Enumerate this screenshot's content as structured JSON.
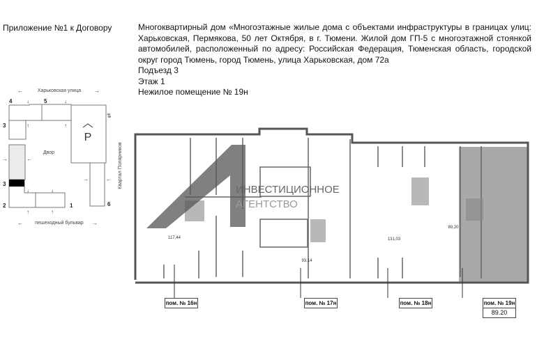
{
  "appendix": "Приложение №1 к Договору",
  "description": {
    "project": "Многоквартирный дом «Многоэтажные жилые дома с объектами инфраструктуры в границах улиц: Харьковская, Пермякова, 50 лет Октября, в г. Тюмени. Жилой дом ГП-5 с многоэтажной стоянкой автомобилей, расположенный по адресу: Российская Федерация, Тюменская область, городской округ город Тюмень, город Тюмень, улица Харьковская, дом 72а",
    "entrance": "Подъезд 3",
    "floor": "Этаж 1",
    "premises": "Нежилое помещение № 19н"
  },
  "site_plan": {
    "street_top": "Харьковская улица",
    "street_bottom": "пешеходный бульвар",
    "street_right": "Квартал Полярников",
    "yard": "Двор",
    "parking": "P",
    "numbers": [
      "4",
      "5",
      "3",
      "3",
      "2",
      "1",
      "6"
    ]
  },
  "floor_plan": {
    "watermark_line1": "ИНВЕСТИЦИОННОЕ",
    "watermark_line2": "АГЕНТСТВО",
    "areas": [
      "117,44",
      "93,14",
      "131,03",
      "89,20"
    ],
    "labels": [
      "пом. № 16н",
      "пом. № 17н",
      "пом. № 18н",
      "пом. № 19н"
    ],
    "selected_area": "89.20",
    "highlight_color": "#a9a9a9"
  }
}
